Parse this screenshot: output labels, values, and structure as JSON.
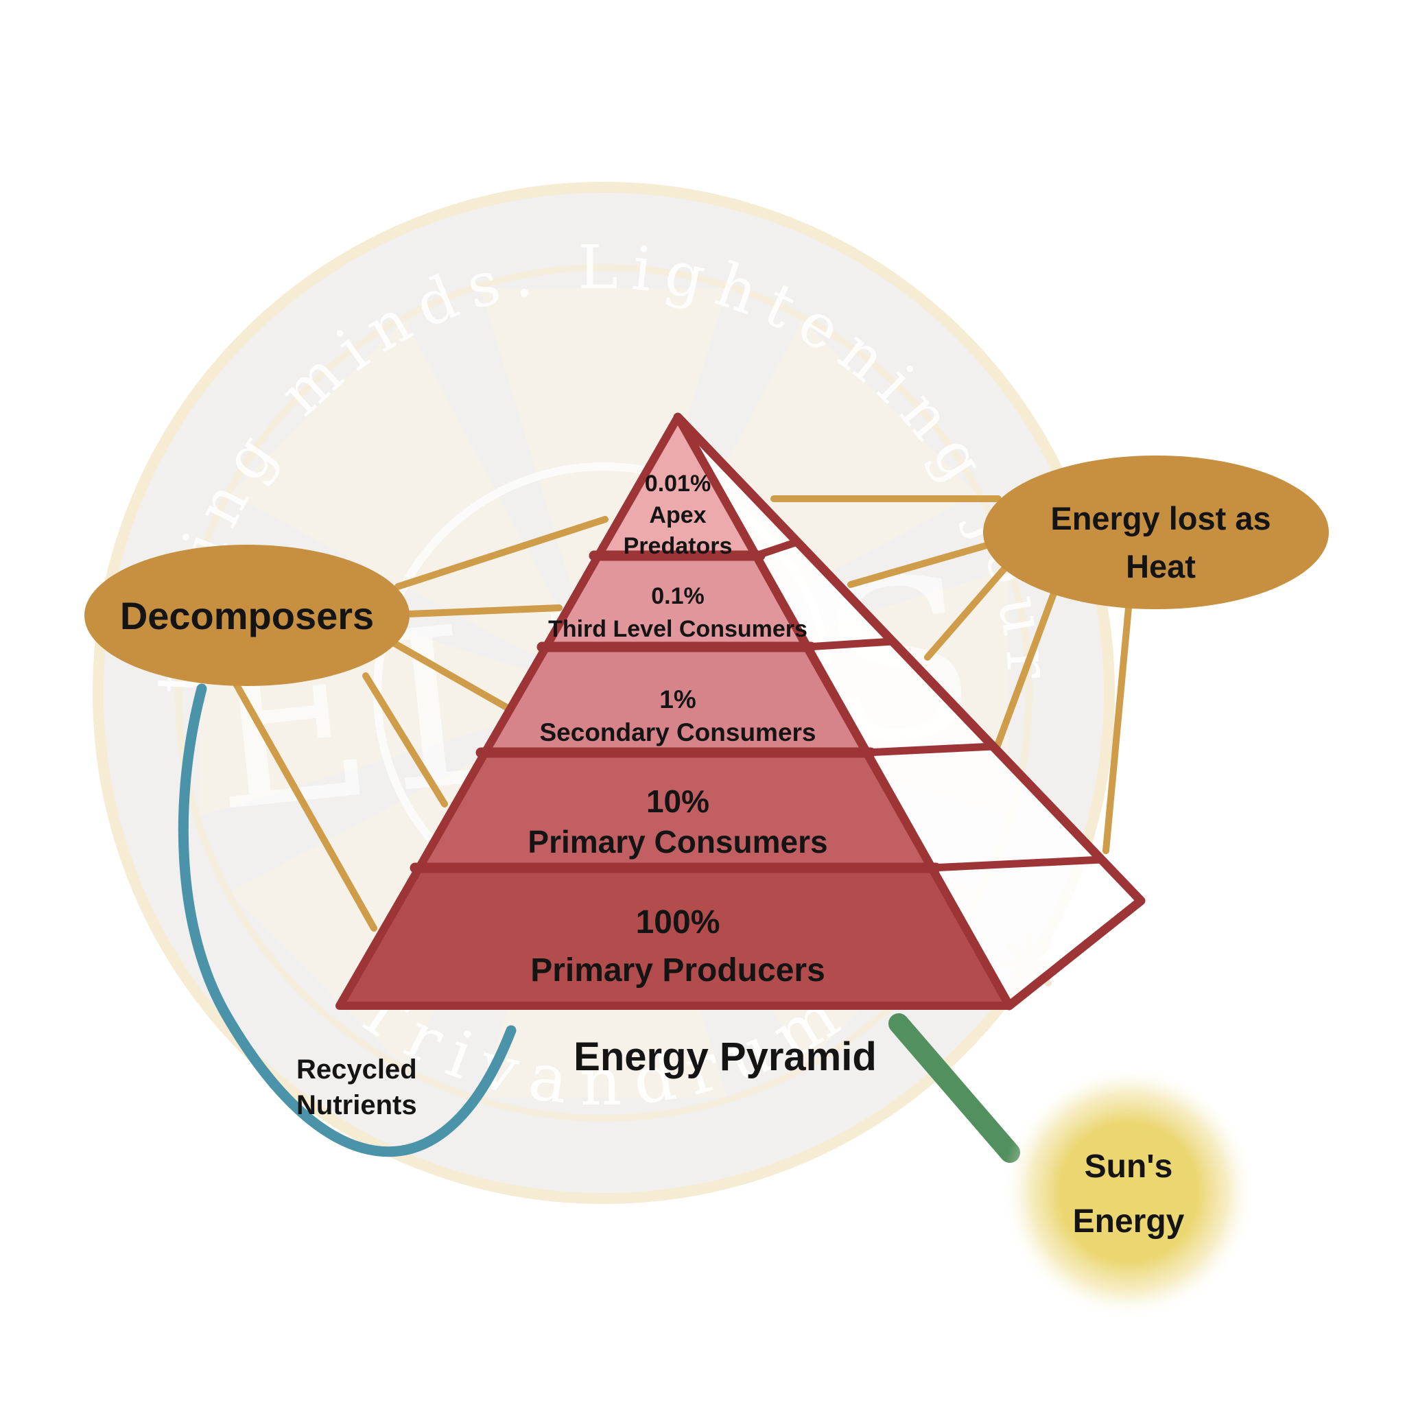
{
  "title": "Energy Pyramid",
  "pyramid": {
    "outline_color": "#9d3537",
    "levels": [
      {
        "percent": "0.01%",
        "name": "Apex Predators",
        "lines": [
          "0.01%",
          "Apex",
          "Predators"
        ],
        "color": "#ecaaac"
      },
      {
        "percent": "0.1%",
        "name": "Third Level Consumers",
        "lines": [
          "0.1%",
          "Third Level Consumers"
        ],
        "color": "#e0969a"
      },
      {
        "percent": "1%",
        "name": "Secondary Consumers",
        "lines": [
          "1%",
          "Secondary Consumers"
        ],
        "color": "#d6838a"
      },
      {
        "percent": "10%",
        "name": "Primary Consumers",
        "lines": [
          "10%",
          "Primary Consumers"
        ],
        "color": "#c25f62"
      },
      {
        "percent": "100%",
        "name": "Primary Producers",
        "lines": [
          "100%",
          "Primary Producers"
        ],
        "color": "#b34c4d"
      }
    ]
  },
  "decomposers": {
    "label": "Decomposers",
    "fill": "#c79040"
  },
  "energy_lost": {
    "lines": [
      "Energy lost as",
      "Heat"
    ],
    "fill": "#c79040"
  },
  "recycled_nutrients": {
    "lines": [
      "Recycled",
      "Nutrients"
    ],
    "arrow_color": "#4b93a8"
  },
  "sun": {
    "lines": [
      "Sun's",
      "Energy"
    ],
    "glow_color": "#ebd66f",
    "arrow_color": "#53905f"
  },
  "connector_color": "#cf9c49",
  "text_color": "#141414",
  "watermark": {
    "arc_top": "Lightening minds. Lightening journeys",
    "arc_bottom": "Trivandrum",
    "center_text": "ELIAS"
  }
}
